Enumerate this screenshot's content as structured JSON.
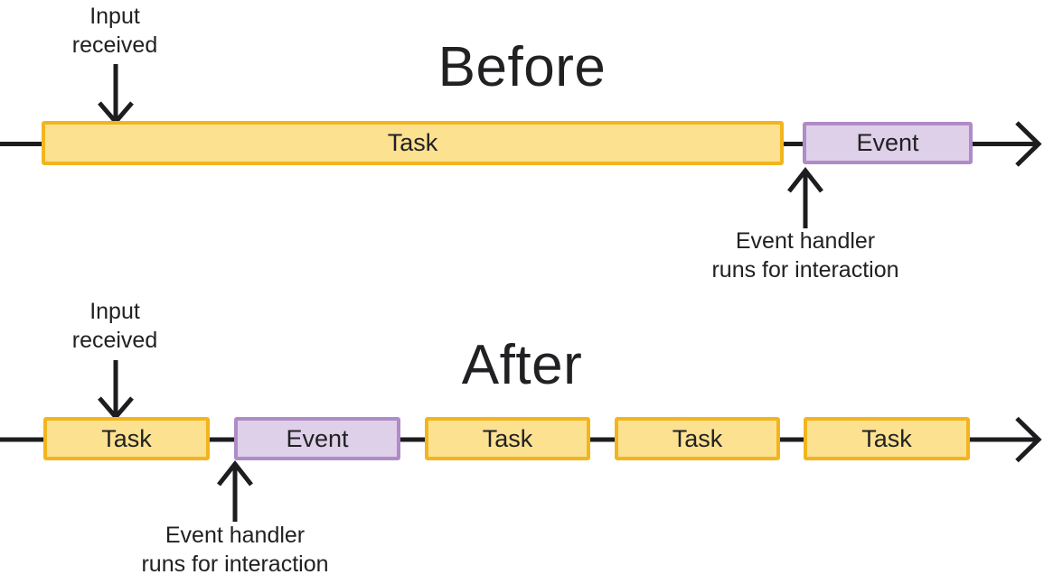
{
  "colors": {
    "task_fill": "#FCE190",
    "task_border": "#F2B51E",
    "event_fill": "#DED0E9",
    "event_border": "#AF8BC8",
    "line": "#1D1D1F",
    "text": "#212124",
    "background": "#FFFFFF"
  },
  "before": {
    "title": "Before",
    "input_annotation": {
      "line1": "Input",
      "line2": "received"
    },
    "handler_annotation": {
      "line1": "Event handler",
      "line2": "runs for interaction"
    },
    "segments": [
      {
        "type": "task",
        "label": "Task"
      },
      {
        "type": "event",
        "label": "Event"
      }
    ]
  },
  "after": {
    "title": "After",
    "input_annotation": {
      "line1": "Input",
      "line2": "received"
    },
    "handler_annotation": {
      "line1": "Event handler",
      "line2": "runs for interaction"
    },
    "segments": [
      {
        "type": "task",
        "label": "Task"
      },
      {
        "type": "event",
        "label": "Event"
      },
      {
        "type": "task",
        "label": "Task"
      },
      {
        "type": "task",
        "label": "Task"
      },
      {
        "type": "task",
        "label": "Task"
      }
    ]
  }
}
